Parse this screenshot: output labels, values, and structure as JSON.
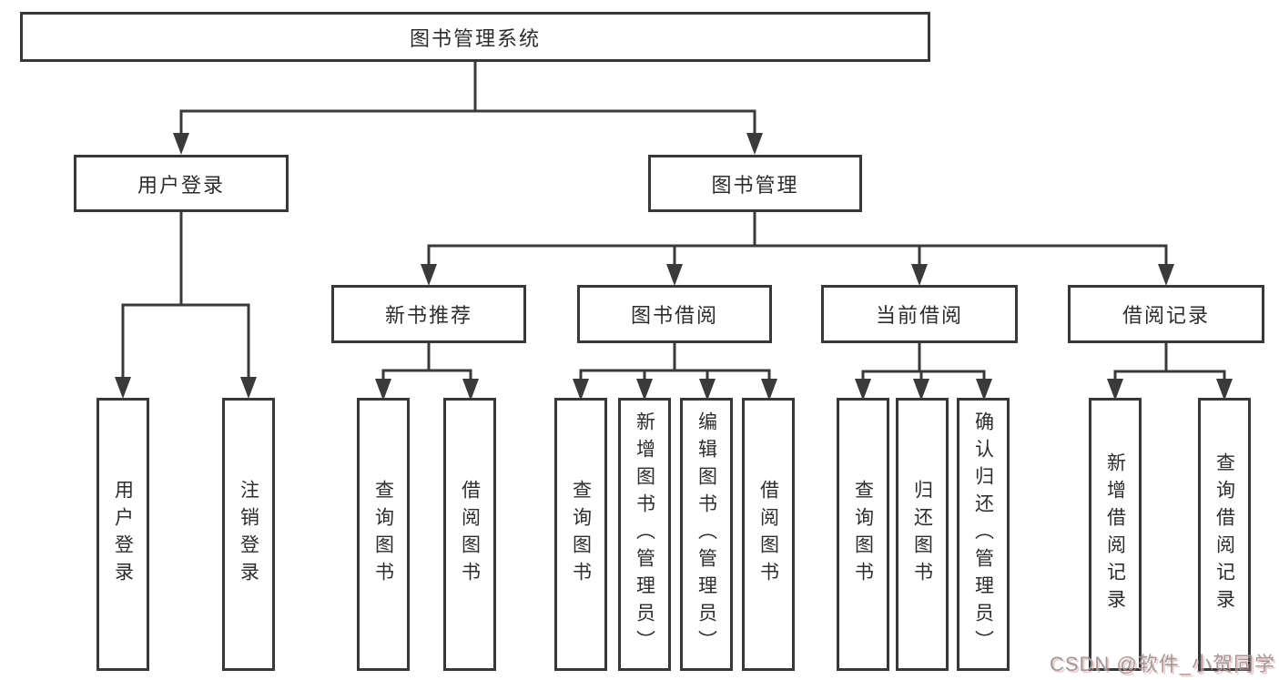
{
  "diagram": {
    "root": "图书管理系统",
    "level2": [
      {
        "label": "用户登录",
        "leaves": [
          "用户登录",
          "注销登录"
        ]
      },
      {
        "label": "图书管理",
        "sections": [
          {
            "label": "新书推荐",
            "leaves": [
              "查询图书",
              "借阅图书"
            ]
          },
          {
            "label": "图书借阅",
            "leaves": [
              "查询图书",
              "新增图书（管理员）",
              "编辑图书（管理员）",
              "借阅图书"
            ]
          },
          {
            "label": "当前借阅",
            "leaves": [
              "查询图书",
              "归还图书",
              "确认归还（管理员）"
            ]
          },
          {
            "label": "借阅记录",
            "leaves": [
              "新增借阅记录",
              "查询借阅记录"
            ]
          }
        ]
      }
    ]
  },
  "watermark": {
    "text": "CSDN @软件_小贺同学"
  },
  "colors": {
    "line": "#3a3a3a",
    "box_border": "#383838",
    "text": "#2d2d2d",
    "background": "#ffffff",
    "watermark_gray": "#9b9b9b",
    "watermark_red": "#ef9a9a"
  }
}
